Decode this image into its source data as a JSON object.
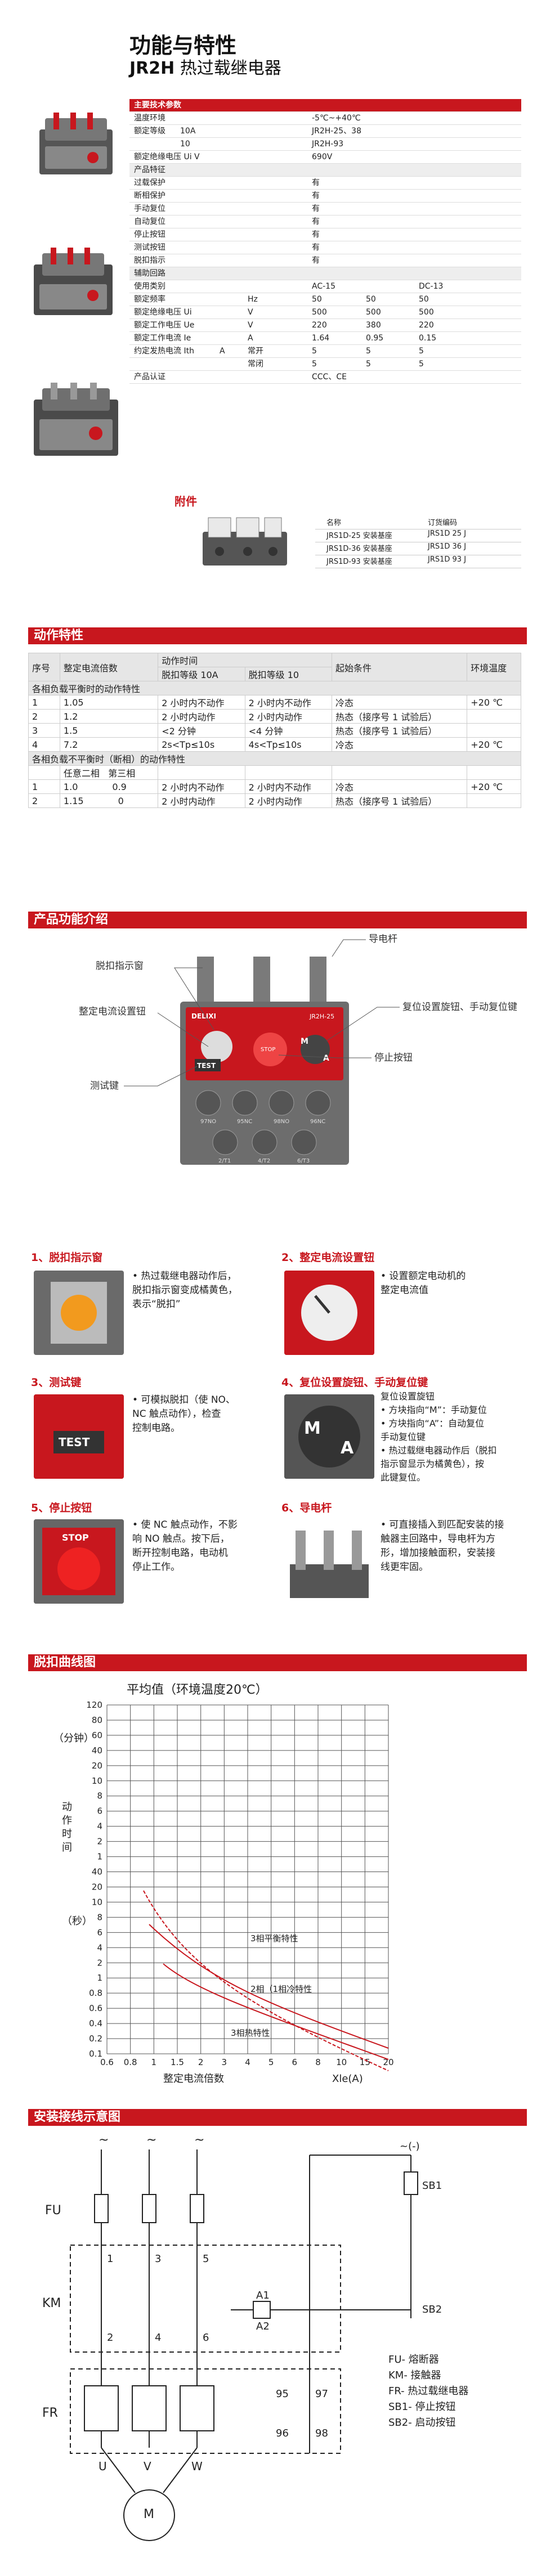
{
  "header": {
    "title": "功能与特性",
    "model": "JR2H",
    "subtitle": "热过载继电器"
  },
  "spec": {
    "main_hdr": "主要技术参数",
    "ambient_l": "温度环境",
    "ambient_v": "-5℃~+40℃",
    "rated_l": "额定等级",
    "rated_10a": "10A",
    "rated_10": "10",
    "rated_v1": "JR2H-25、38",
    "rated_v2": "JR2H-93",
    "ui_l": "额定绝缘电压 Ui V",
    "ui_v": "690V",
    "prod_hdr": "产品特征",
    "f1": "过载保护",
    "f2": "断相保护",
    "f3": "手动复位",
    "f4": "自动复位",
    "f5": "停止按钮",
    "f6": "测试按钮",
    "f7": "脱扣指示",
    "yes": "有",
    "aux_hdr": "辅助回路",
    "cat_l": "使用类别",
    "cat_ac": "AC-15",
    "cat_dc": "DC-13",
    "ith_l": "额定频率",
    "ith_u": "Hz",
    "ith_1": "50",
    "ith_2": "50",
    "ith_3": "50",
    "ui2_l": "额定绝缘电压 Ui",
    "ui2_u": "V",
    "ui2_1": "500",
    "ui2_2": "500",
    "ui2_3": "500",
    "ue_l": "额定工作电压 Ue",
    "ue_u": "V",
    "ue_1": "220",
    "ue_2": "380",
    "ue_3": "220",
    "ie_l": "额定工作电流 Ie",
    "ie_u": "A",
    "ie_1": "1.64",
    "ie_2": "0.95",
    "ie_3": "0.15",
    "ic_l": "约定发热电流 Ith",
    "ic_u": "A",
    "ic_o": "常开",
    "ic_c": "常闭",
    "ic_1": "5",
    "ic_2": "5",
    "ic_3": "5",
    "ic_4": "5",
    "ic_5": "5",
    "ic_6": "5",
    "cert_l": "产品认证",
    "cert_v": "CCC、CE"
  },
  "accessory": {
    "title": "附件",
    "col1": "名称",
    "col2": "订货编码",
    "r1a": "JRS1D-25 安装基座",
    "r1b": "JRS1D 25 J",
    "r2a": "JRS1D-36 安装基座",
    "r2b": "JRS1D 36 J",
    "r3a": "JRS1D-93 安装基座",
    "r3b": "JRS1D 93 J"
  },
  "action": {
    "bar": "动作特性",
    "h_no": "序号",
    "h_mult": "整定电流倍数",
    "h_time": "动作时间",
    "h_c10a": "脱扣等级 10A",
    "h_c10": "脱扣等级 10",
    "h_start": "起始条件",
    "h_temp": "环境温度",
    "g1": "各相负载平衡时的动作特性",
    "r1": [
      "1",
      "1.05",
      "2 小时内不动作",
      "2 小时内不动作",
      "冷态",
      "+20 ℃"
    ],
    "r2": [
      "2",
      "1.2",
      "2 小时内动作",
      "2 小时内动作",
      "热态（接序号 1 试验后）",
      ""
    ],
    "r3": [
      "3",
      "1.5",
      "<2 分钟",
      "<4 分钟",
      "热态（接序号 1 试验后）",
      ""
    ],
    "r4": [
      "4",
      "7.2",
      "2s<Tp≤10s",
      "4s<Tp≤10s",
      "冷态",
      "+20 ℃"
    ],
    "g2": "各相负载不平衡时（断相）的动作特性",
    "g2a": "任意二相",
    "g2b": "第三相",
    "r5": [
      "1",
      "1.0",
      "0.9",
      "2 小时内不动作",
      "2 小时内不动作",
      "冷态",
      "+20 ℃"
    ],
    "r6": [
      "2",
      "1.15",
      "0",
      "2 小时内动作",
      "2 小时内动作",
      "热态（接序号 1 试验后）",
      ""
    ]
  },
  "intro": {
    "bar": "产品功能介绍",
    "lbl_trip": "脱扣指示窗",
    "lbl_dial": "整定电流设置钮",
    "lbl_test": "测试键",
    "lbl_cond": "导电杆",
    "lbl_reset": "复位设置旋钮、手动复位键",
    "lbl_stop": "停止按钮",
    "brand": "DELIXI",
    "model": "JR2H-25",
    "front_test": "TEST",
    "front_stop": "STOP",
    "front_m": "M",
    "front_a": "A",
    "terms": [
      "97NO",
      "95NC",
      "98NO",
      "96NC"
    ],
    "phases": [
      "2/T1",
      "4/T2",
      "6/T3"
    ]
  },
  "features": [
    {
      "title": "1、脱扣指示窗",
      "text": [
        "• 热过载继电器动作后，",
        "  脱扣指示窗变成橘黄色，",
        "  表示“脱扣”"
      ]
    },
    {
      "title": "2、整定电流设置钮",
      "text": [
        "• 设置额定电动机的",
        "  整定电流值"
      ]
    },
    {
      "title": "3、测试键",
      "text": [
        "• 可模拟脱扣（使 NO、",
        "  NC 触点动作），检查",
        "  控制电路。"
      ]
    },
    {
      "title": "4、复位设置旋钮、手动复位键",
      "text": [
        "复位设置旋钮",
        "• 方块指向“M”：手动复位",
        "• 方块指向“A”：自动复位",
        "  手动复位键",
        "• 热过载继电器动作后（脱扣",
        "  指示窗显示为橘黄色），按",
        "  此键复位。"
      ]
    },
    {
      "title": "5、停止按钮",
      "text": [
        "• 使 NC 触点动作，不影",
        "  响 NO 触点。按下后，",
        "  断开控制电路，电动机",
        "  停止工作。"
      ]
    },
    {
      "title": "6、导电杆",
      "text": [
        "• 可直接插入到匹配安装的接",
        "  触器主回路中，导电杆为方",
        "  形，增加接触面积，安装接",
        "  线更牢固。"
      ]
    }
  ],
  "curve": {
    "bar": "脱扣曲线图",
    "note": "平均值（环境温度20℃）",
    "ylabel_min": "（分钟）",
    "ylabel_mid": "动作时间",
    "ylabel_s": "（秒）",
    "xlabel": "整定电流倍数",
    "xunit": "Xle(A)",
    "yticks": [
      "120",
      "80",
      "60",
      "40",
      "20",
      "10",
      "8",
      "6",
      "4",
      "2",
      "1",
      "40",
      "20",
      "10",
      "8",
      "6",
      "4",
      "2",
      "1",
      "0.8",
      "0.6",
      "0.4",
      "0.2",
      "0.1"
    ],
    "xticks": [
      "0.6",
      "0.8",
      "1",
      "1.5",
      "2",
      "3",
      "4",
      "5",
      "6",
      "8",
      "10",
      "15",
      "20"
    ],
    "c1": "3相平衡特性",
    "c2": "2相（1相冷特性",
    "c3": "3相热特性"
  },
  "wiring": {
    "bar": "安装接线示意图",
    "fu": "FU",
    "km": "KM",
    "fr": "FR",
    "u": "U",
    "v": "V",
    "w": "W",
    "m": "M",
    "ac": "~",
    "dc": "~(-)",
    "sb1": "SB1",
    "sb2": "SB2",
    "a1": "A1",
    "a2": "A2",
    "n1": "1",
    "n3": "3",
    "n5": "5",
    "n2": "2",
    "n4": "4",
    "n6": "6",
    "n95": "95",
    "n97": "97",
    "n96": "96",
    "n98": "98",
    "legend": [
      "FU- 熔断器",
      "KM- 接触器",
      "FR- 热过载继电器",
      "SB1- 停止按钮",
      "SB2- 启动按钮"
    ]
  }
}
